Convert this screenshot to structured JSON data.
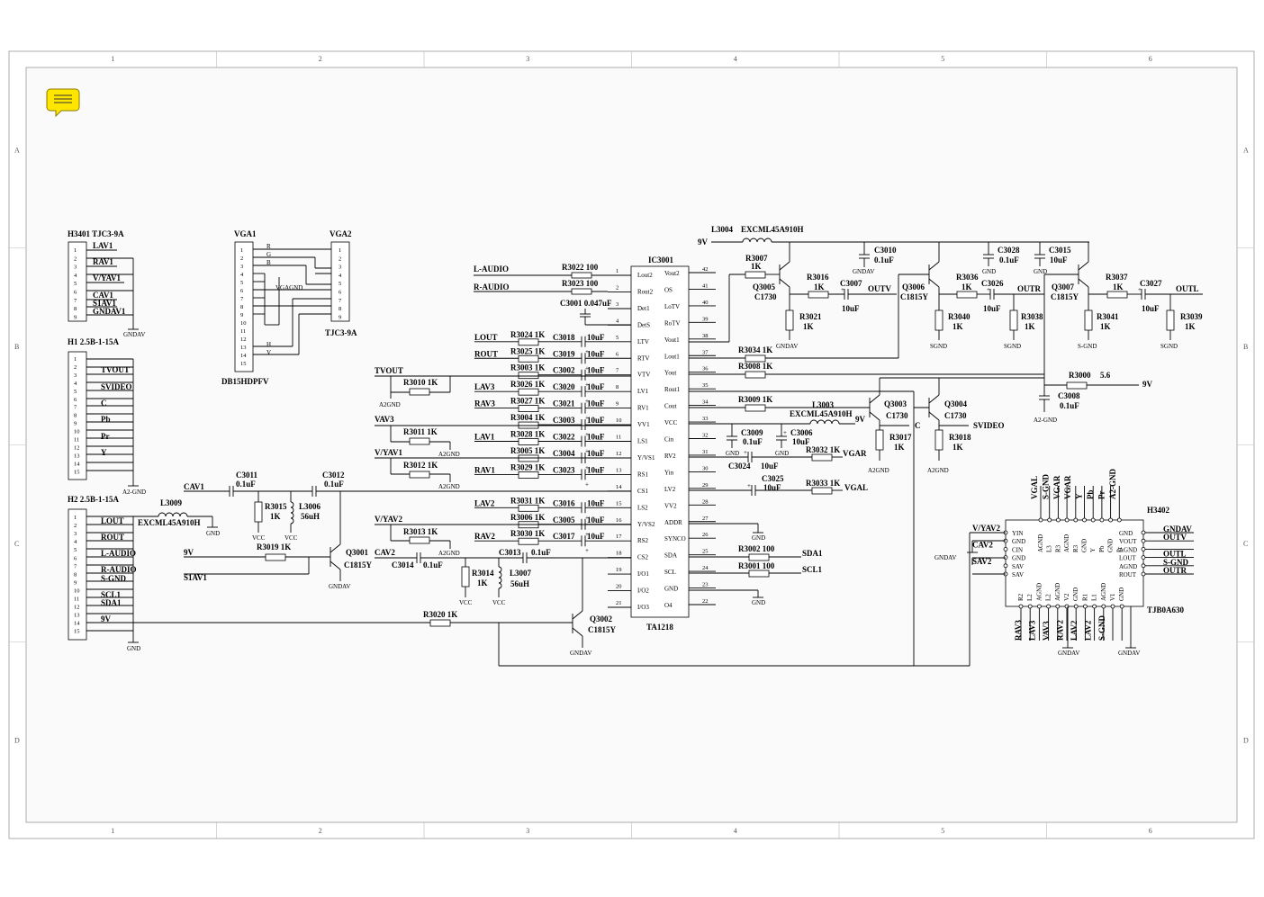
{
  "frame": {
    "col_labels": [
      "1",
      "2",
      "3",
      "4",
      "5",
      "6"
    ],
    "row_labels": [
      "A",
      "B",
      "C",
      "D"
    ]
  },
  "icons": {
    "note": "comment-icon"
  },
  "connectors": {
    "h3401": {
      "title": "H3401  TJC3-9A",
      "pins": [
        "1",
        "2",
        "3",
        "4",
        "5",
        "6",
        "7",
        "8",
        "9"
      ],
      "nets": [
        "LAV1",
        "RAV1",
        "V/YAV1",
        "CAV1",
        "S1AV1",
        "GNDAV1"
      ],
      "gnd": "GNDAV"
    },
    "h1": {
      "title": "H1  2.5B-1-15A",
      "pins": [
        "1",
        "2",
        "3",
        "4",
        "5",
        "6",
        "7",
        "8",
        "9",
        "10",
        "11",
        "12",
        "13",
        "14",
        "15"
      ],
      "nets": [
        "TVOUT",
        "SVIDEO",
        "C",
        "Pb",
        "Pr",
        "Y"
      ],
      "gnd": "A2-GND"
    },
    "h2": {
      "title": "H2  2.5B-1-15A",
      "pins": [
        "1",
        "2",
        "3",
        "4",
        "5",
        "6",
        "7",
        "8",
        "9",
        "10",
        "11",
        "12",
        "13",
        "14",
        "15"
      ],
      "nets": [
        "LOUT",
        "ROUT",
        "L-AUDIO",
        "R-AUDIO",
        "S-GND",
        "SCL1",
        "SDA1",
        "9V"
      ],
      "gnd": "GND"
    },
    "vga1": {
      "title": "VGA1",
      "pins": [
        "1",
        "2",
        "3",
        "4",
        "5",
        "6",
        "7",
        "8",
        "9",
        "10",
        "11",
        "12",
        "13",
        "14",
        "15"
      ],
      "nets": [
        "R",
        "G",
        "B",
        "VGAGND",
        "H",
        "V"
      ],
      "part": "DB15HDPFV"
    },
    "vga2": {
      "title": "VGA2",
      "pins": [
        "1",
        "2",
        "3",
        "4",
        "5",
        "6",
        "7",
        "8",
        "9"
      ],
      "part": "TJC3-9A"
    }
  },
  "ic3001": {
    "ref": "IC3001",
    "part": "TA1218",
    "left_pins": [
      {
        "n": "1",
        "name": "Lout2"
      },
      {
        "n": "2",
        "name": "Rout2"
      },
      {
        "n": "3",
        "name": "Det1"
      },
      {
        "n": "4",
        "name": "DetS"
      },
      {
        "n": "5",
        "name": "LTV"
      },
      {
        "n": "6",
        "name": "RTV"
      },
      {
        "n": "7",
        "name": "VTV"
      },
      {
        "n": "8",
        "name": "LV1"
      },
      {
        "n": "9",
        "name": "RV1"
      },
      {
        "n": "10",
        "name": "VV1"
      },
      {
        "n": "11",
        "name": "LS1"
      },
      {
        "n": "12",
        "name": "Y/VS1"
      },
      {
        "n": "13",
        "name": "RS1"
      },
      {
        "n": "14",
        "name": "CS1"
      },
      {
        "n": "15",
        "name": "LS2"
      },
      {
        "n": "16",
        "name": "Y/VS2"
      },
      {
        "n": "17",
        "name": "RS2"
      },
      {
        "n": "18",
        "name": "CS2"
      },
      {
        "n": "19",
        "name": "I/O1"
      },
      {
        "n": "20",
        "name": "I/O2"
      },
      {
        "n": "21",
        "name": "I/O3"
      }
    ],
    "right_pins": [
      {
        "n": "42",
        "name": "Vout2"
      },
      {
        "n": "41",
        "name": "OS"
      },
      {
        "n": "40",
        "name": "LoTV"
      },
      {
        "n": "39",
        "name": "RoTV"
      },
      {
        "n": "38",
        "name": "Vout1"
      },
      {
        "n": "37",
        "name": "Lout1"
      },
      {
        "n": "36",
        "name": "Yout"
      },
      {
        "n": "35",
        "name": "Rout1"
      },
      {
        "n": "34",
        "name": "Cout"
      },
      {
        "n": "33",
        "name": "VCC"
      },
      {
        "n": "32",
        "name": "Cin"
      },
      {
        "n": "31",
        "name": "RV2"
      },
      {
        "n": "30",
        "name": "Yin"
      },
      {
        "n": "29",
        "name": "LV2"
      },
      {
        "n": "28",
        "name": "VV2"
      },
      {
        "n": "27",
        "name": "ADDR"
      },
      {
        "n": "26",
        "name": "SYNCO"
      },
      {
        "n": "25",
        "name": "SDA"
      },
      {
        "n": "24",
        "name": "SCL"
      },
      {
        "n": "23",
        "name": "GND"
      },
      {
        "n": "22",
        "name": "O4"
      }
    ]
  },
  "input_rows": [
    {
      "net": "LOUT",
      "r": "R3024 1K",
      "c": "C3018",
      "v": "10uF"
    },
    {
      "net": "ROUT",
      "r": "R3025 1K",
      "c": "C3019",
      "v": "10uF"
    },
    {
      "net": "",
      "r": "R3003 1K",
      "c": "C3002",
      "v": "10uF"
    },
    {
      "net": "LAV3",
      "r": "R3026 1K",
      "c": "C3020",
      "v": "10uF"
    },
    {
      "net": "RAV3",
      "r": "R3027 1K",
      "c": "C3021",
      "v": "10uF"
    },
    {
      "net": "",
      "r": "R3004 1K",
      "c": "C3003",
      "v": "10uF"
    },
    {
      "net": "LAV1",
      "r": "R3028 1K",
      "c": "C3022",
      "v": "10uF"
    },
    {
      "net": "",
      "r": "R3005 1K",
      "c": "C3004",
      "v": "10uF"
    },
    {
      "net": "RAV1",
      "r": "R3029 1K",
      "c": "C3023",
      "v": "10uF"
    },
    {
      "net": "LAV2",
      "r": "R3031 1K",
      "c": "C3016",
      "v": "10uF"
    },
    {
      "net": "",
      "r": "R3006 1K",
      "c": "C3005",
      "v": "10uF"
    },
    {
      "net": "RAV2",
      "r": "R3030 1K",
      "c": "C3017",
      "v": "10uF"
    }
  ],
  "labels": {
    "l_audio": "L-AUDIO",
    "r_audio": "R-AUDIO",
    "r3022": "R3022  100",
    "r3023": "R3023  100",
    "c3001": "C3001 0.047uF",
    "tvout": "TVOUT",
    "r3010": "R3010 1K",
    "a2gnd": "A2GND",
    "vav3": "VAV3",
    "r3011": "R3011 1K",
    "vyav1": "V/YAV1",
    "r3012": "R3012 1K",
    "cav1": "CAV1",
    "c3011": "C3011",
    "c3011v": "0.1uF",
    "c3012": "C3012",
    "c3012v": "0.1uF",
    "r3015": "R3015",
    "r3015v": "1K",
    "l3006": "L3006",
    "l3006v": "56uH",
    "vcc": "VCC",
    "l3009": "L3009",
    "excml": "EXCML45A910H",
    "gnd": "GND",
    "v9": "9V",
    "r3019": "R3019 1K",
    "s1av1": "S1AV1",
    "q3001": "Q3001",
    "c1815y": "C1815Y",
    "gndav": "GNDAV",
    "vyav2": "V/YAV2",
    "r3013": "R3013 1K",
    "cav2": "CAV2",
    "c3014": "C3014",
    "c3014v": "0.1uF",
    "c3013": "C3013",
    "c3013v": "0.1uF",
    "r3014": "R3014",
    "r3014v": "1K",
    "l3007": "L3007",
    "l3007v": "56uH",
    "r3020": "R3020 1K",
    "q3002": "Q3002",
    "c1815y2": "C1815Y",
    "l3004": "L3004",
    "excml2": "EXCML45A910H",
    "v9b": "9V",
    "c3010": "C3010",
    "c3010v": "0.1uF",
    "c3028": "C3028",
    "c3028v": "0.1uF",
    "c3015": "C3015",
    "c3015v": "10uF",
    "r3007": "R3007",
    "r3007v": "1K",
    "q3005": "Q3005",
    "c1730": "C1730",
    "r3016": "R3016",
    "r3016v": "1K",
    "c3007": "C3007",
    "c3007v": "10uF",
    "outv": "OUTV",
    "r3021": "R3021",
    "r3021v": "1K",
    "q3006": "Q3006",
    "c1815y3": "C1815Y",
    "r3036": "R3036",
    "r3036v": "1K",
    "c3026": "C3026",
    "c3026v": "10uF",
    "outr": "OUTR",
    "r3040": "R3040",
    "r3040v": "1K",
    "r3038": "R3038",
    "r3038v": "1K",
    "sgnd": "SGND",
    "q3007": "Q3007",
    "c1815y4": "C1815Y",
    "r3037": "R3037",
    "r3037v": "1K",
    "c3027": "C3027",
    "c3027v": "10uF",
    "outl": "OUTL",
    "r3041": "R3041",
    "r3041v": "1K",
    "r3039": "R3039",
    "r3039v": "1K",
    "s_gnd": "S-GND",
    "r3034": "R3034 1K",
    "r3008": "R3008 1K",
    "r3009": "R3009 1K",
    "r3000": "R3000",
    "r3000v": "5.6",
    "v9c": "9V",
    "c3008": "C3008",
    "c3008v": "0.1uF",
    "a2gnd2": "A2-GND",
    "l3003": "L3003",
    "excml3": "EXCML45A910H",
    "v9d": "9V",
    "q3003": "Q3003",
    "c17302": "C1730",
    "cnet": "C",
    "q3004": "Q3004",
    "c17303": "C1730",
    "svideo": "SVIDEO",
    "r3017": "R3017",
    "r3017v": "1K",
    "r3018": "R3018",
    "r3018v": "1K",
    "c3009": "C3009",
    "c3009v": "0.1uF",
    "c3006": "C3006",
    "c3006v": "10uF",
    "c3024": "C3024",
    "c3024v": "10uF",
    "r3032": "R3032 1K",
    "vgar": "VGAR",
    "c3025": "C3025",
    "c3025v": "10uF",
    "r3033": "R3033 1K",
    "vgal": "VGAL",
    "r3002": "R3002 100",
    "sda1": "SDA1",
    "r3001": "R3001 100",
    "scl1": "SCL1"
  },
  "h3402": {
    "ref": "H3402",
    "part": "TJB0A630",
    "left_pins": [
      "YIN",
      "GND",
      "CIN",
      "GND",
      "SAV",
      "SAV"
    ],
    "right_pins": [
      "GND",
      "VOUT",
      "AGND",
      "LOUT",
      "AGND",
      "ROUT"
    ],
    "right_nets": [
      "GNDAV",
      "OUTV",
      "",
      "OUTL",
      "S-GND",
      "OUTR"
    ],
    "left_nets": [
      "V/YAV2",
      "",
      "CAV2",
      "",
      "SAV2",
      ""
    ],
    "top_pins": [
      "AGND",
      "L3",
      "R3",
      "AGND",
      "R3",
      "GND",
      "Y",
      "Pb",
      "GND",
      "Pr"
    ],
    "top_nets": [
      "VGAL",
      "S-GND",
      "VGAR",
      "VGAR",
      "Y",
      "Pb",
      "Pr",
      "A2-GND"
    ],
    "bottom_pins": [
      "R2",
      "L2",
      "AGND",
      "L2",
      "AGND",
      "V2",
      "GND",
      "R1",
      "L1",
      "AGND",
      "V1",
      "GND"
    ],
    "bottom_nets": [
      "RAV3",
      "LAV3",
      "VAV3",
      "RAV2",
      "LAV2",
      "LAV2",
      "S-GND"
    ],
    "gnd": "GNDAV"
  }
}
